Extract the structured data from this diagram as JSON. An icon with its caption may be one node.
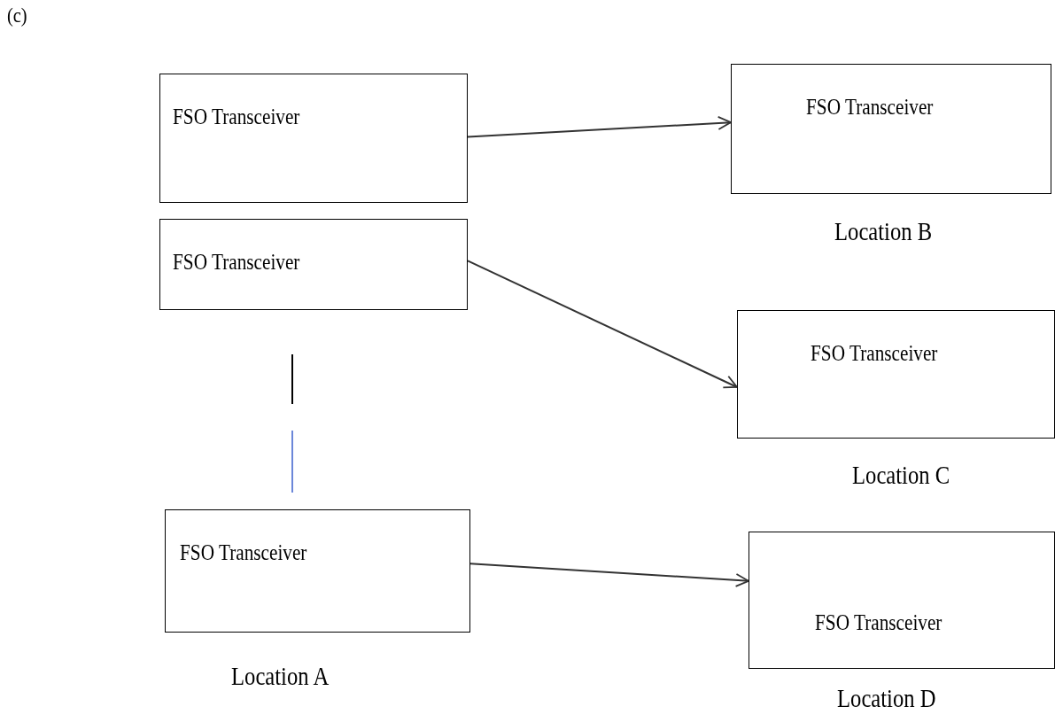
{
  "diagram": {
    "nodes": [
      {
        "text": [
          "FSO Transceiver"
        ]
      },
      {
        "text": [
          "FSO Transceiver"
        ],
        "beside": [
          "Location B"
        ]
      },
      {
        "text": [
          "FSO Transceiver"
        ]
      },
      {
        "text": [
          "FSO Transceiver"
        ],
        "beside": [
          "Location C"
        ]
      },
      {
        "text": [
          "FSO Transceiver"
        ],
        "beside": [
          "Location A"
        ]
      },
      {
        "text": [
          "FSO Transceiver"
        ],
        "beside": [
          "Location D"
        ]
      }
    ],
    "edges": [
      {
        "from": 0,
        "to": 1,
        "arrow": "to"
      },
      {
        "from": 2,
        "to": 3,
        "arrow": "to"
      },
      {
        "from": 4,
        "to": 5,
        "arrow": "to"
      }
    ],
    "labels": [
      "(c)"
    ]
  }
}
